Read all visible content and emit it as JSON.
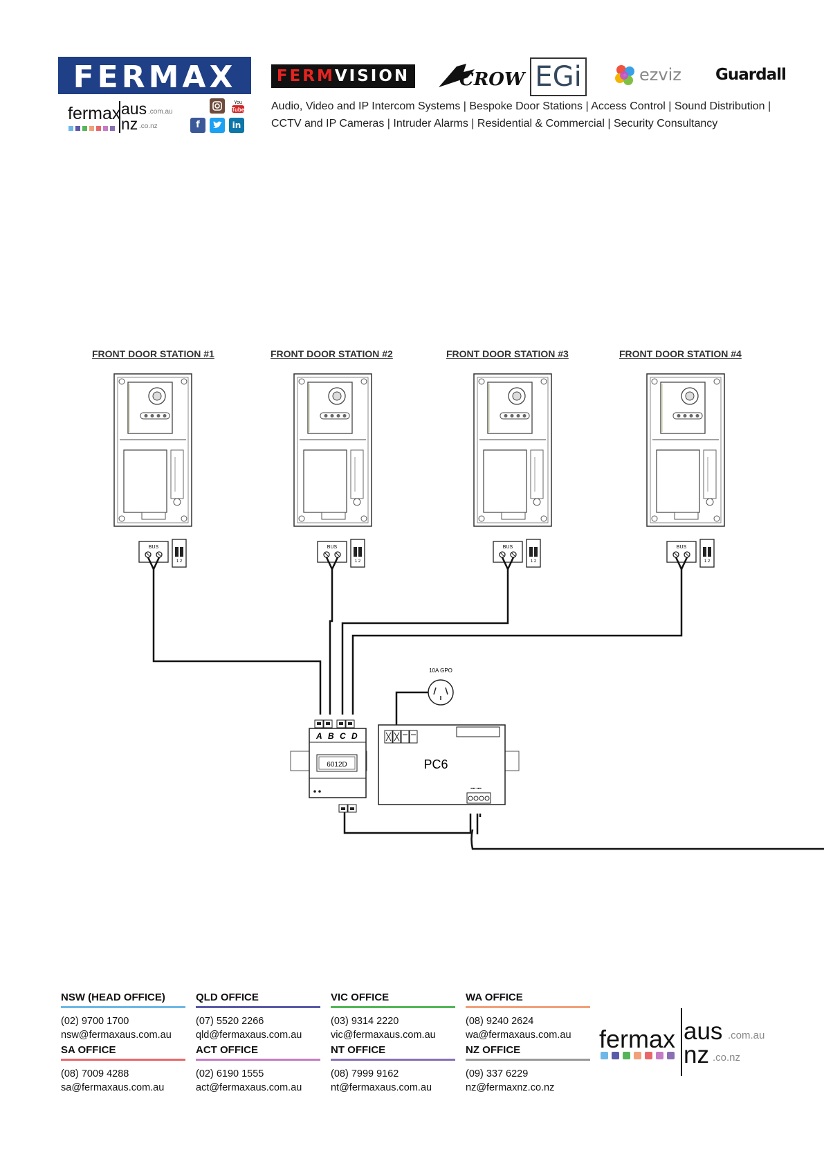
{
  "header": {
    "fermax_logo": "FERMAX",
    "fermvision_logo": {
      "prefix": "FERM",
      "suffix": "VISION"
    },
    "crow_logo": "CROW",
    "egi_logo": "EGi",
    "ezviz_logo": "ezviz",
    "guardall_logo": "Guardall",
    "site_logo": {
      "word": "fermax",
      "au": "aus",
      "au_suffix": ".com.au",
      "nz": "nz",
      "nz_suffix": ".co.nz"
    },
    "social_icons": [
      "instagram-icon",
      "youtube-icon",
      "facebook-icon",
      "twitter-icon",
      "linkedin-icon"
    ],
    "social_labels": {
      "youtube": "You Tube"
    },
    "slogan_line1": "Audio, Video and IP Intercom Systems | Bespoke Door Stations | Access Control | Sound Distribution |",
    "slogan_line2": "CCTV  and  IP  Cameras  |  Intruder  Alarms  |  Residential  &  Commercial  |  Security  Consultancy"
  },
  "diagram": {
    "stations": [
      {
        "title": "FRONT DOOR STATION #1"
      },
      {
        "title": "FRONT DOOR STATION #2"
      },
      {
        "title": "FRONT DOOR STATION #3"
      },
      {
        "title": "FRONT DOOR STATION #4"
      }
    ],
    "bus_label": "BUS",
    "dip_label": "1 2",
    "distributor_model": "6012D",
    "distributor_inputs": [
      "A",
      "B",
      "C",
      "D"
    ],
    "psu_label": "PC6",
    "gpo_label": "10A GPO"
  },
  "footer": {
    "offices": [
      {
        "name": "NSW (HEAD OFFICE)",
        "phone": "(02) 9700 1700",
        "email": "nsw@fermaxaus.com.au",
        "color": "#6fb7e6"
      },
      {
        "name": "QLD OFFICE",
        "phone": "(07) 5520 2266",
        "email": "qld@fermaxaus.com.au",
        "color": "#5a5aa8"
      },
      {
        "name": "VIC OFFICE",
        "phone": "(03) 9314 2220",
        "email": "vic@fermaxaus.com.au",
        "color": "#55b55a"
      },
      {
        "name": "WA OFFICE",
        "phone": "(08) 9240 2624",
        "email": "wa@fermaxaus.com.au",
        "color": "#f2a07a"
      },
      {
        "name": "SA OFFICE",
        "phone": "(08) 7009 4288",
        "email": "sa@fermaxaus.com.au",
        "color": "#e8686a"
      },
      {
        "name": "ACT OFFICE",
        "phone": "(02) 6190 1555",
        "email": "act@fermaxaus.com.au",
        "color": "#c47cc4"
      },
      {
        "name": "NT OFFICE",
        "phone": "(08) 7999 9162",
        "email": "nt@fermaxaus.com.au",
        "color": "#8a6fb2"
      },
      {
        "name": "NZ OFFICE",
        "phone": "(09) 337 6229",
        "email": "nz@fermaxnz.co.nz",
        "color": "#999999"
      }
    ],
    "logo": {
      "word": "fermax",
      "au": "aus",
      "au_suffix": ".com.au",
      "nz": "nz",
      "nz_suffix": ".co.nz"
    },
    "logo_dot_colors": [
      "#6fb7e6",
      "#5a5aa8",
      "#55b55a",
      "#f2a07a",
      "#e8686a",
      "#c47cc4",
      "#8a6fb2"
    ]
  }
}
